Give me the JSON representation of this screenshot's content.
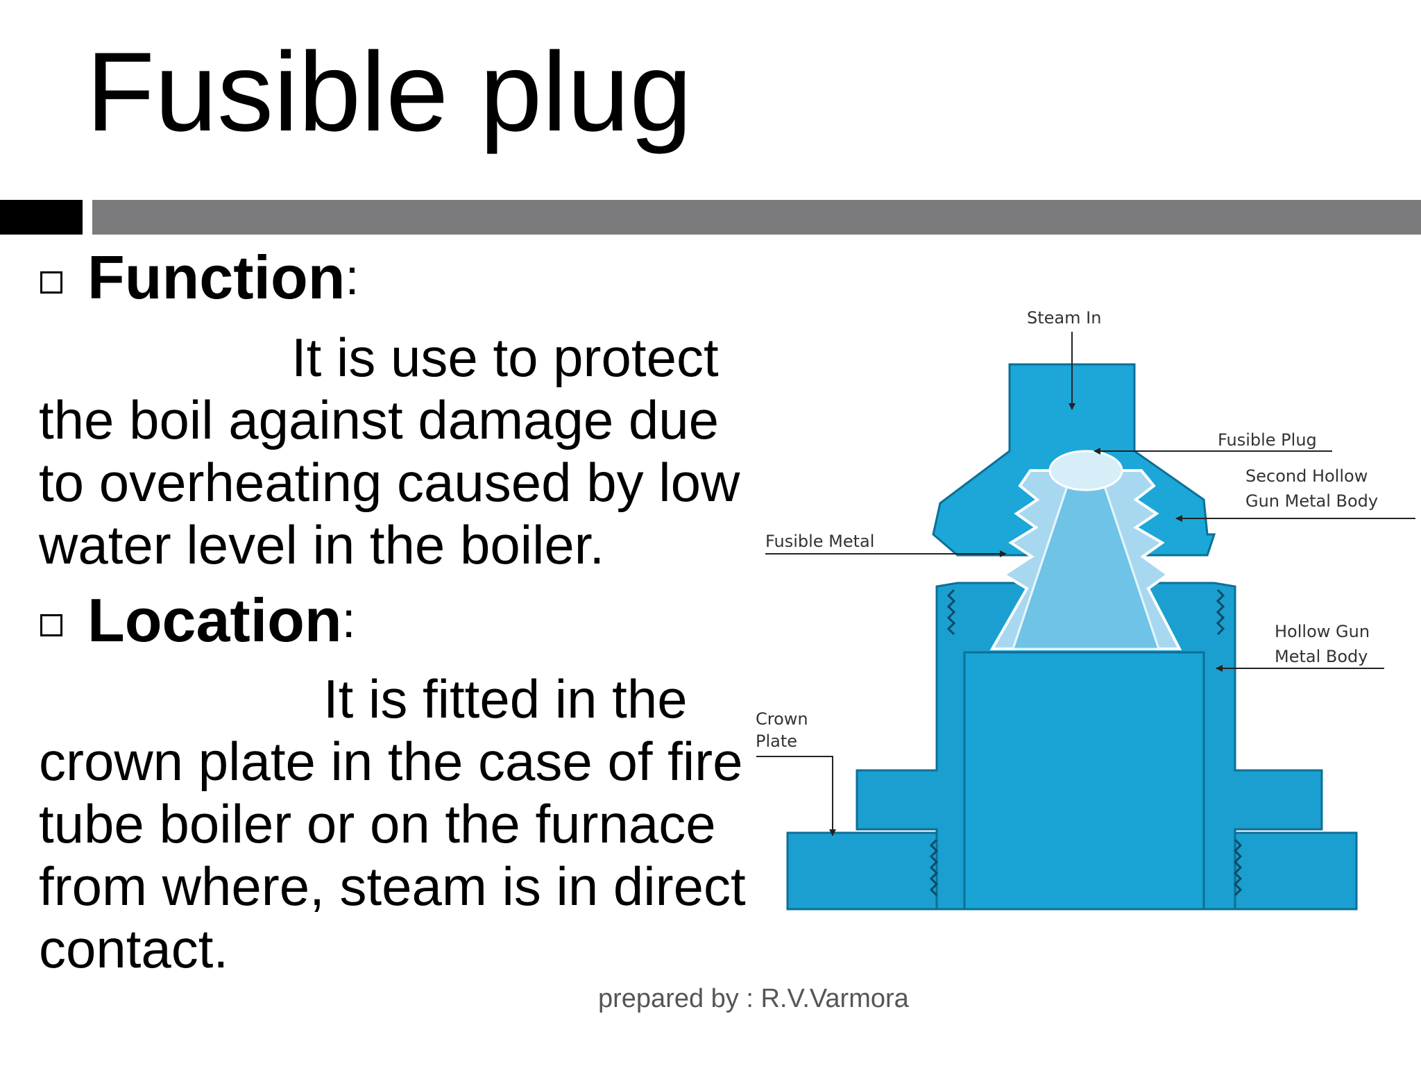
{
  "slide": {
    "title": "Fusible plug",
    "footer": "prepared by : R.V.Varmora"
  },
  "function": {
    "heading": "Function",
    "colon": ":",
    "lines": [
      "It is use to protect",
      "the boil against damage due",
      "to overheating caused by low",
      "water level in the boiler."
    ]
  },
  "location": {
    "heading": "Location",
    "colon": ":",
    "lines": [
      "It is fitted in the",
      "crown plate in the case of fire",
      "tube boiler or on the furnace",
      "from where, steam is in direct",
      "contact."
    ]
  },
  "diagram": {
    "labels": {
      "steam_in": "Steam In",
      "fusible_plug": "Fusible Plug",
      "second_body_1": "Second Hollow",
      "second_body_2": "Gun Metal Body",
      "fusible_metal": "Fusible Metal",
      "hollow_body_1": "Hollow Gun",
      "hollow_body_2": "Metal Body",
      "crown_1": "Crown",
      "crown_2": "Plate"
    },
    "colors": {
      "body": "#1a9fd0",
      "body_dark": "#0d6f96",
      "plug_light": "#a8d8f0",
      "plug_core": "#6ec3e6"
    }
  }
}
